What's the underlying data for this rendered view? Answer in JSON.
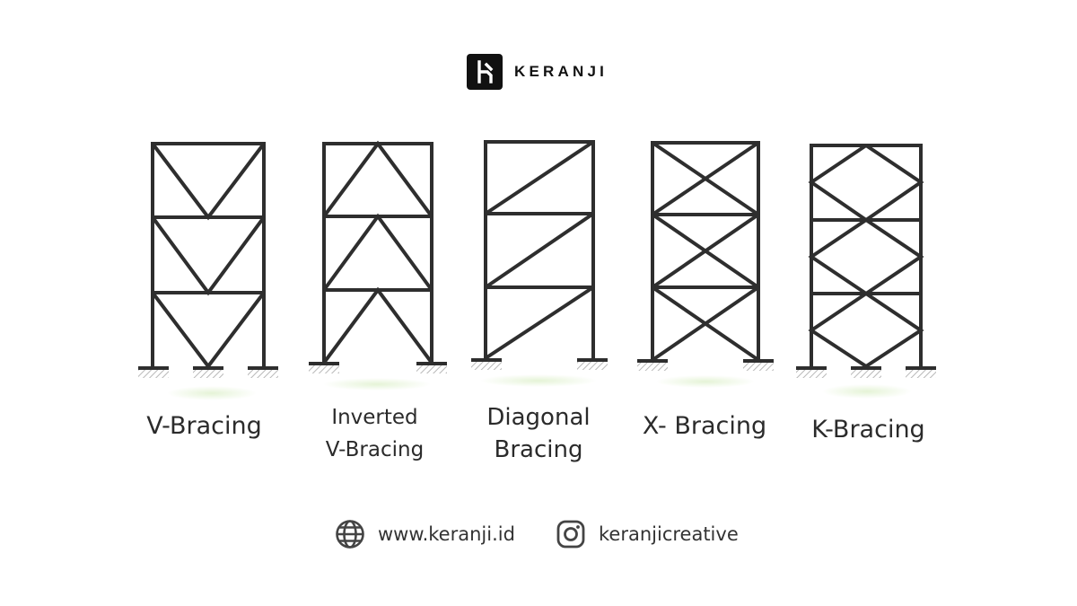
{
  "brand": {
    "logo_letter": "k",
    "name": "KERANJI",
    "logo_icon": "keranji-logo-icon"
  },
  "colors": {
    "frame_stroke": "#2e2e2e",
    "ground_hatch": "#bdbdbd",
    "logo_bg": "#111111",
    "ground_glow": "#e4f3d6"
  },
  "frames": [
    {
      "type": "v-bracing",
      "label": [
        "V-Bracing"
      ]
    },
    {
      "type": "inverted-v-bracing",
      "label": [
        "Inverted",
        "V-Bracing"
      ]
    },
    {
      "type": "diagonal-bracing",
      "label": [
        "Diagonal",
        "Bracing"
      ]
    },
    {
      "type": "x-bracing",
      "label": [
        "X- Bracing"
      ]
    },
    {
      "type": "k-bracing",
      "label": [
        "K-Bracing"
      ]
    }
  ],
  "footer": {
    "website": {
      "icon": "globe-icon",
      "text": "www.keranji.id"
    },
    "instagram": {
      "icon": "instagram-icon",
      "text": "keranjicreative"
    }
  }
}
